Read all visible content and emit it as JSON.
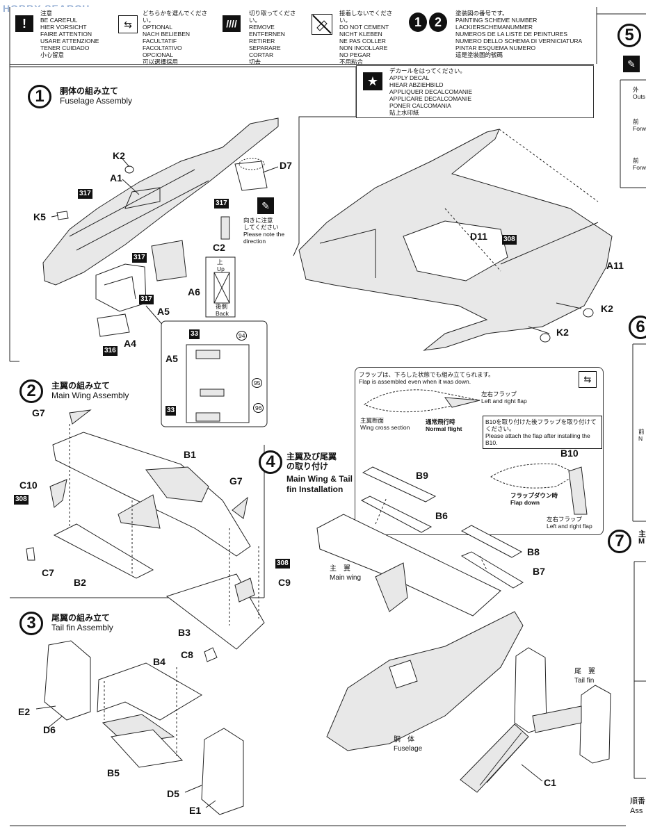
{
  "watermark": "HOBBY SEARCH",
  "legend": {
    "careful": "注意\nBE CAREFUL\nHIER VORSICHT\nFAIRE ATTENTION\nUSARE ATTENZIONE\nTENER CUIDADO\n小心留意",
    "optional": "どちらかを選んでください。\nOPTIONAL\nNACH BELIEBEN\nFACULTATIF\nFACOLTATIVO\nOPCIONAL\n可以選擇採用",
    "remove": "切り取ってください。\nREMOVE\nENTFERNEN\nRETIRER\nSEPARARE\nCORTAR\n切去",
    "no_cement": "接着しないでください。\nDO NOT CEMENT\nNICHT KLEBEN\nNE PAS COLLER\nNON INCOLLARE\nNO PEGAR\n不用粘合",
    "scheme": "塗装図の番号です。\nPAINTING SCHEME NUMBER\nLACKIERSCHEMANUMMER\nNUMEROS DE LA LISTE DE PEINTURES\nNUMERO DELLO SCHEMA DI VERNICIATURA\nPINTAR ESQUEMA NUMERO\n這是塗裝圖的號碼",
    "scheme_icons": [
      "1",
      "2"
    ],
    "decal": "デカールをはってください。\nAPPLY DECAL\nHIEAR ABZIEHBILD\nAPPLIQUER DECALCOMANIE\nAPPLICARE DECALCOMANIE\nPONER CALCOMANIA\n貼上水印紙"
  },
  "steps": [
    {
      "num": "1",
      "jp": "胴体の組み立て",
      "en": "Fuselage Assembly"
    },
    {
      "num": "2",
      "jp": "主翼の組み立て",
      "en": "Main Wing Assembly"
    },
    {
      "num": "3",
      "jp": "尾翼の組み立て",
      "en": "Tail fin Assembly"
    },
    {
      "num": "4",
      "jp": "主翼及び尾翼\nの取り付け",
      "en": "Main Wing & Tail\nfin Installation"
    },
    {
      "num": "5"
    },
    {
      "num": "6"
    },
    {
      "num": "7"
    }
  ],
  "step1": {
    "parts": [
      "K2",
      "A1",
      "K5",
      "D7",
      "C2",
      "A6",
      "A5",
      "A4",
      "A5"
    ],
    "colors": [
      "317",
      "317",
      "317",
      "317",
      "316",
      "33",
      "33"
    ],
    "direction_note": "向きに注意\nしてください\nPlease note the\ndirection",
    "up": "上\nUp",
    "back": "後側\nBack",
    "decal_nums": [
      "94",
      "95",
      "96"
    ]
  },
  "fuselage_right": {
    "parts": [
      "D11",
      "A11",
      "K2",
      "K2"
    ],
    "color": "308"
  },
  "flap_note": {
    "title": "フラップは、下ろした状態でも組み立てられます。\nFlap is assembled even when it was down.",
    "wing_cross": "主翼断面\nWing cross section",
    "normal": "通常飛行時\nNormal flight",
    "lr_flap_1": "左右フラップ\nLeft and right flap",
    "b10_note": "B10を取り付けた後フラップを取り付けてください。\nPlease attach the flap after installing the B10.",
    "b10": "B10",
    "down": "フラップダウン時\nFlap down",
    "lr_flap_2": "左右フラップ\nLeft and right flap"
  },
  "step2": {
    "parts": [
      "G7",
      "B1",
      "G7",
      "C10",
      "C7",
      "B2",
      "C9",
      "B3",
      "C8"
    ],
    "colors": [
      "308",
      "308"
    ]
  },
  "step3": {
    "parts": [
      "B4",
      "E2",
      "D6",
      "B5",
      "D5",
      "E1"
    ]
  },
  "step4": {
    "parts": [
      "B9",
      "B6",
      "B8",
      "B7",
      "C1"
    ],
    "main_wing": "主　翼\nMain wing",
    "tail_fin": "尾　翼\nTail fin",
    "fuselage": "胴　体\nFuselage"
  },
  "right_edge": {
    "labels": [
      "外\nOuts",
      "前\nForw",
      "前\nForw",
      "前\nN",
      "主\nM",
      "順番\nAss"
    ]
  }
}
